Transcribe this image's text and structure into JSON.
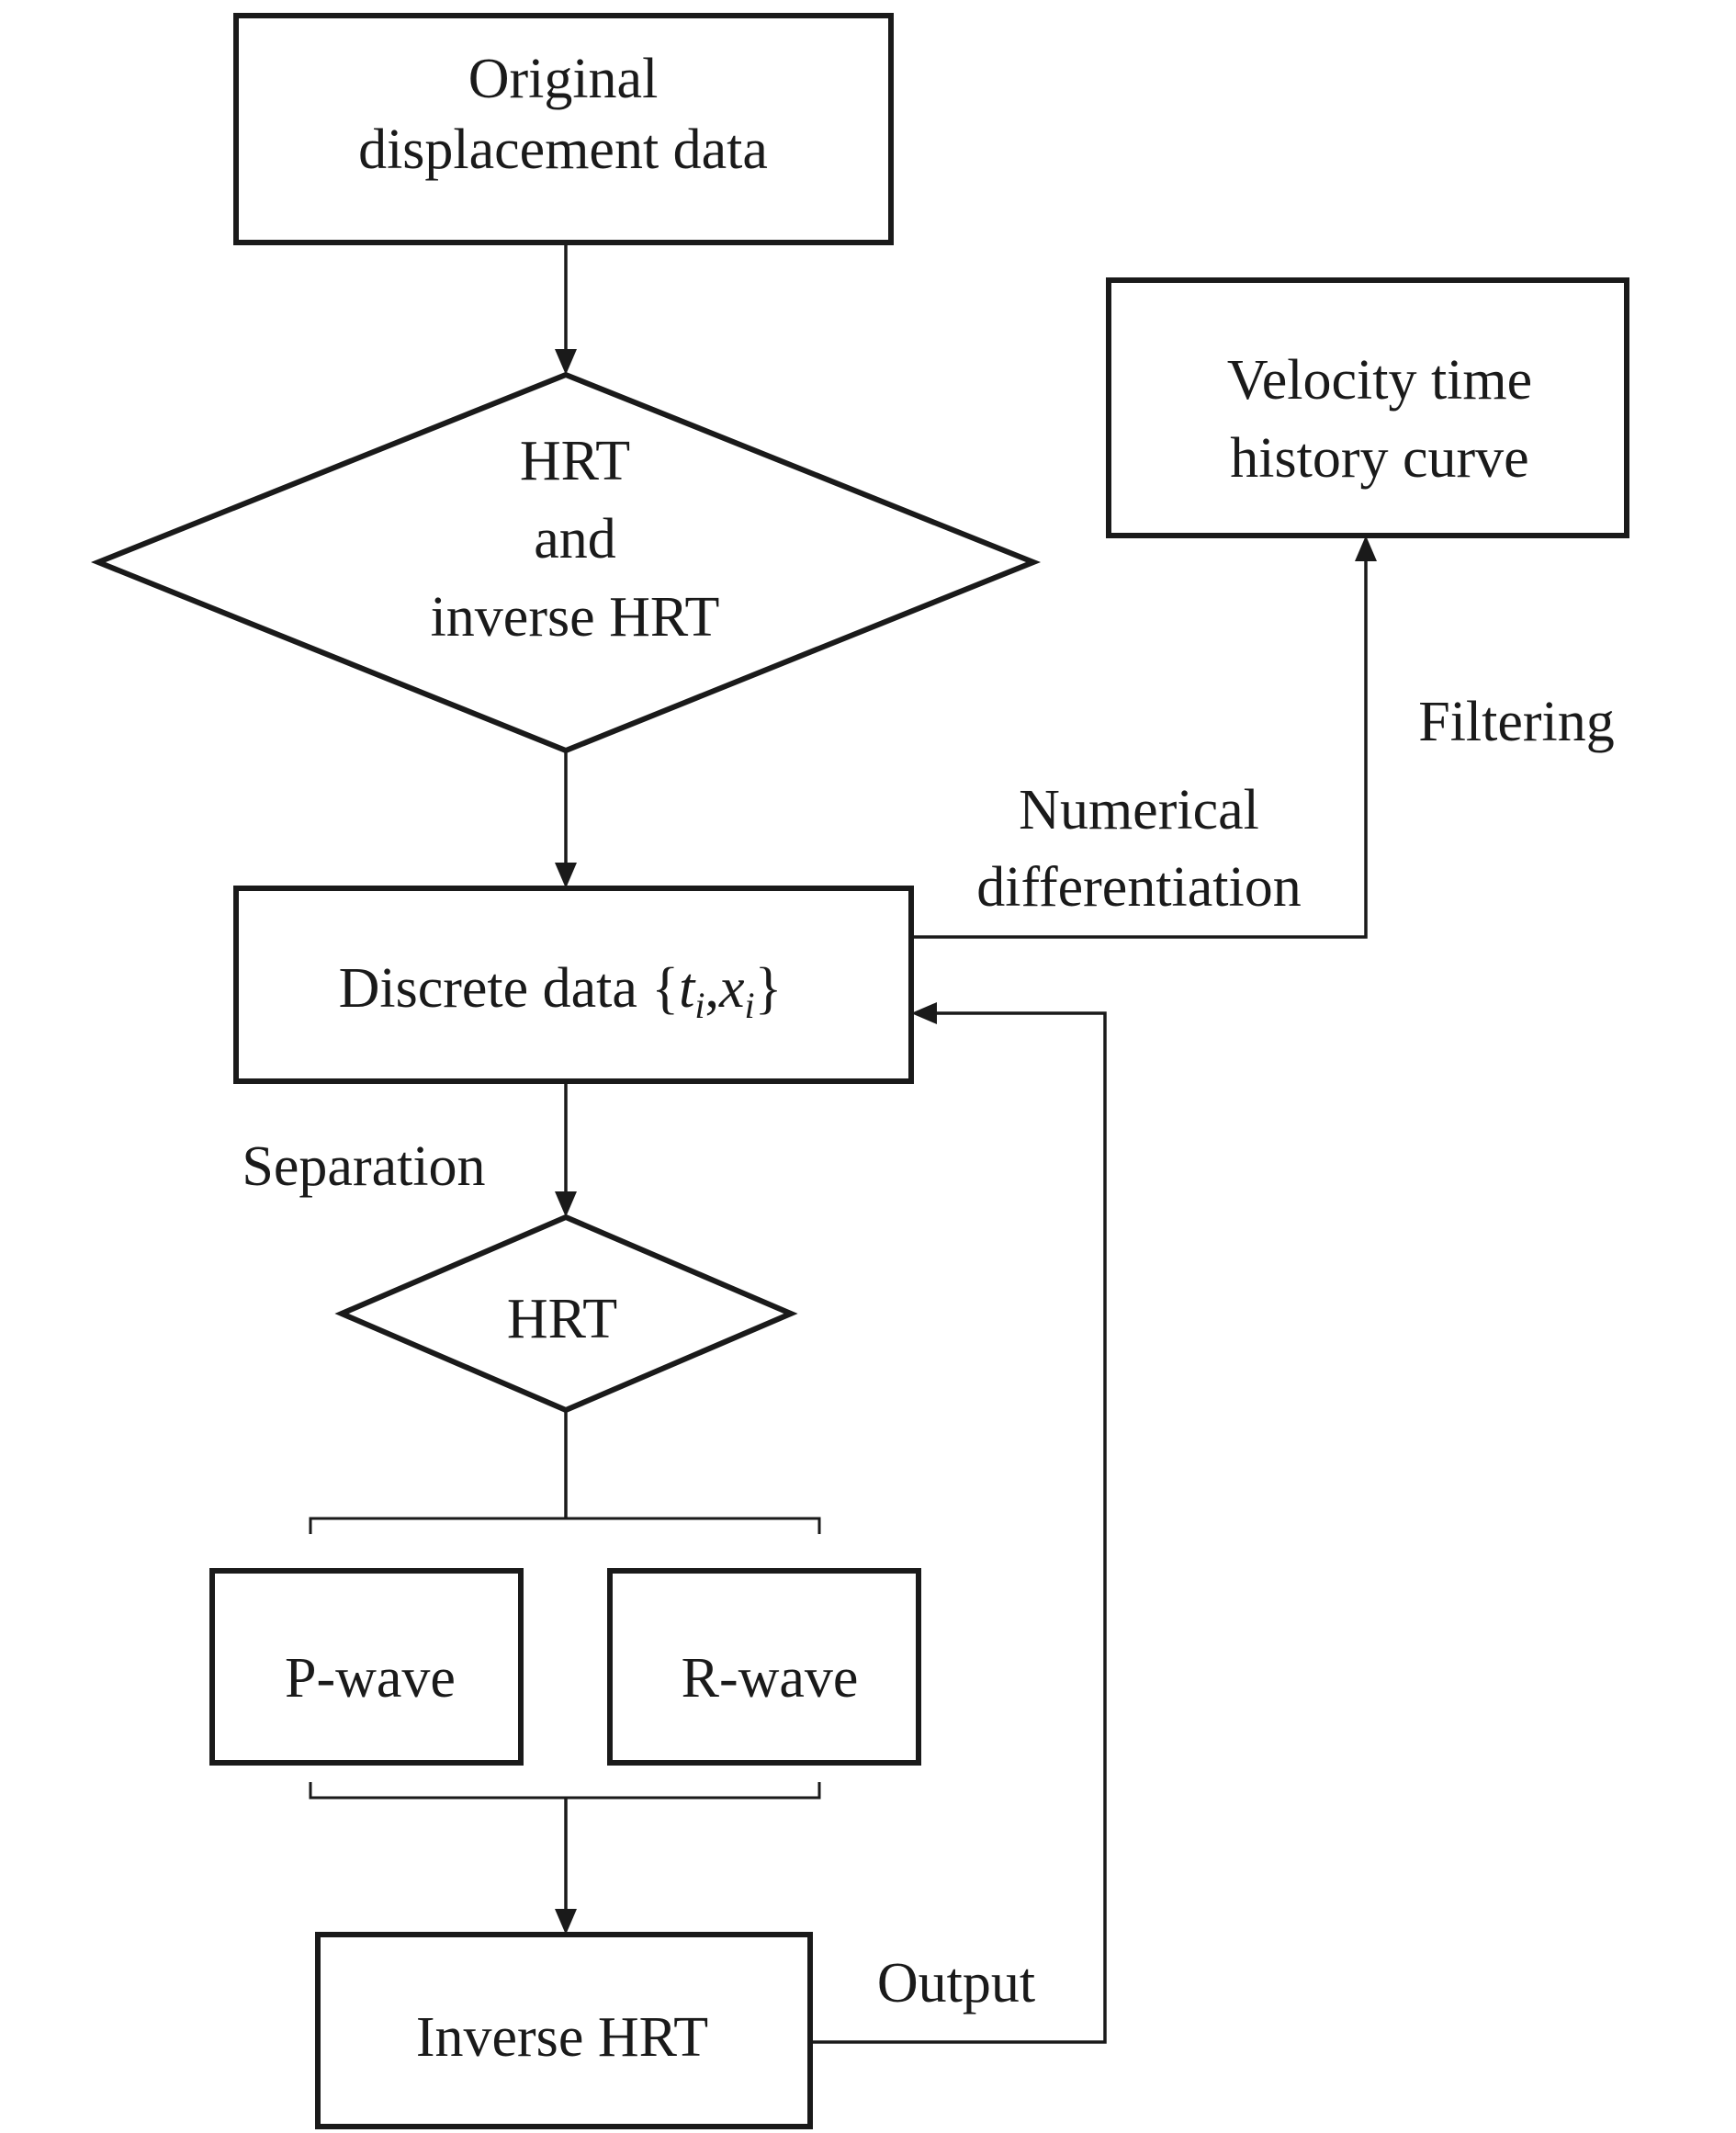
{
  "nodes": {
    "original": {
      "lines": [
        "Original",
        "displacement data"
      ]
    },
    "hrt_inverse": {
      "lines": [
        "HRT",
        "and",
        "inverse HRT"
      ]
    },
    "discrete": {
      "prefix": "Discrete data {",
      "t": "t",
      "i1": "i",
      "comma": ",",
      "x": "x",
      "i2": "i",
      "suffix": "}"
    },
    "velocity": {
      "lines": [
        "Velocity time",
        "history curve"
      ]
    },
    "hrt": {
      "label": "HRT"
    },
    "p_wave": {
      "label": "P-wave"
    },
    "r_wave": {
      "label": "R-wave"
    },
    "inverse_hrt": {
      "label": "Inverse HRT"
    }
  },
  "edge_labels": {
    "filtering": "Filtering",
    "numerical": [
      "Numerical",
      "differentiation"
    ],
    "separation": "Separation",
    "output": "Output"
  }
}
